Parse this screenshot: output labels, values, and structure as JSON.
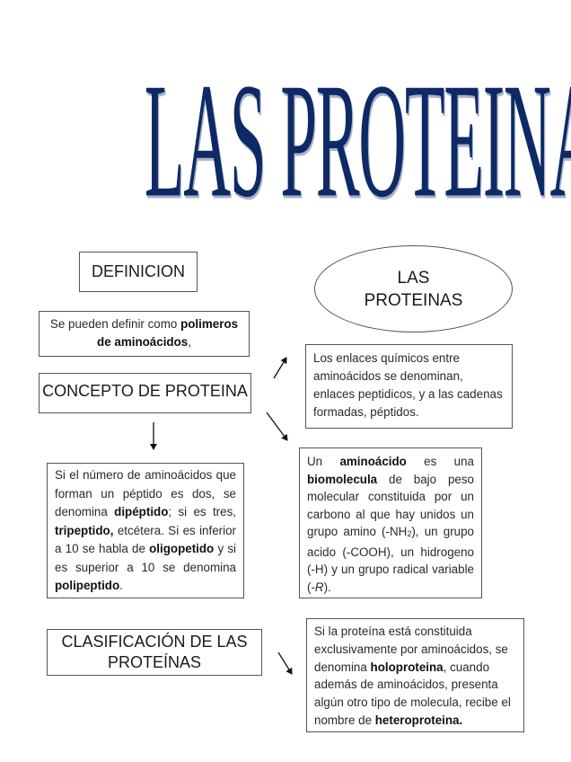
{
  "title": "LAS PROTEINAS",
  "ellipse": {
    "line1": "LAS",
    "line2": "PROTEINAS"
  },
  "definicion": {
    "heading": "DEFINICION",
    "text_prefix": "Se pueden definir como ",
    "text_bold": "polimeros de aminoácidos",
    "text_suffix": ","
  },
  "concepto": {
    "heading": "CONCEPTO DE PROTEINA",
    "peptide_text": {
      "p1": "Si el número de aminoácidos que forman un péptido es dos, se denomina ",
      "b1": "dipéptido",
      "p2": "; si es tres, ",
      "b2": "tripeptido,",
      "p3": " etcétera. Si es inferior a 10 se habla de ",
      "b3": "oligopetido",
      "p4": " y si es superior a 10 se denomina ",
      "b4": "polipeptido",
      "p5": "."
    }
  },
  "enlaces": {
    "text": "Los enlaces químicos entre aminoácidos se denominan, enlaces peptidicos, y a las cadenas formadas, péptidos."
  },
  "aminoacido": {
    "p1": "Un ",
    "b1": "aminoácido",
    "p2": " es una ",
    "b2": "biomolecula",
    "p3": " de bajo peso molecular constituida por un carbono al que hay unidos un grupo amino (-NH",
    "sub": "2",
    "p4": "), un grupo acido (-COOH), un hidrogeno (-H) y un grupo radical variable (-",
    "italic": "R",
    "p5": ")."
  },
  "clasificacion": {
    "heading_line1": "CLASIFICACIÓN DE LAS",
    "heading_line2": "PROTEÍNAS",
    "p1": "Si la proteína está constituida exclusivamente por aminoácidos, se denomina ",
    "b1": "holoproteina",
    "p2": ", cuando además de aminoácidos, presenta algún otro tipo de molecula, recibe el nombre de ",
    "b2": "heteroproteina."
  },
  "colors": {
    "title": "#0d2a66",
    "border": "#555555",
    "text": "#2a2a2a"
  }
}
